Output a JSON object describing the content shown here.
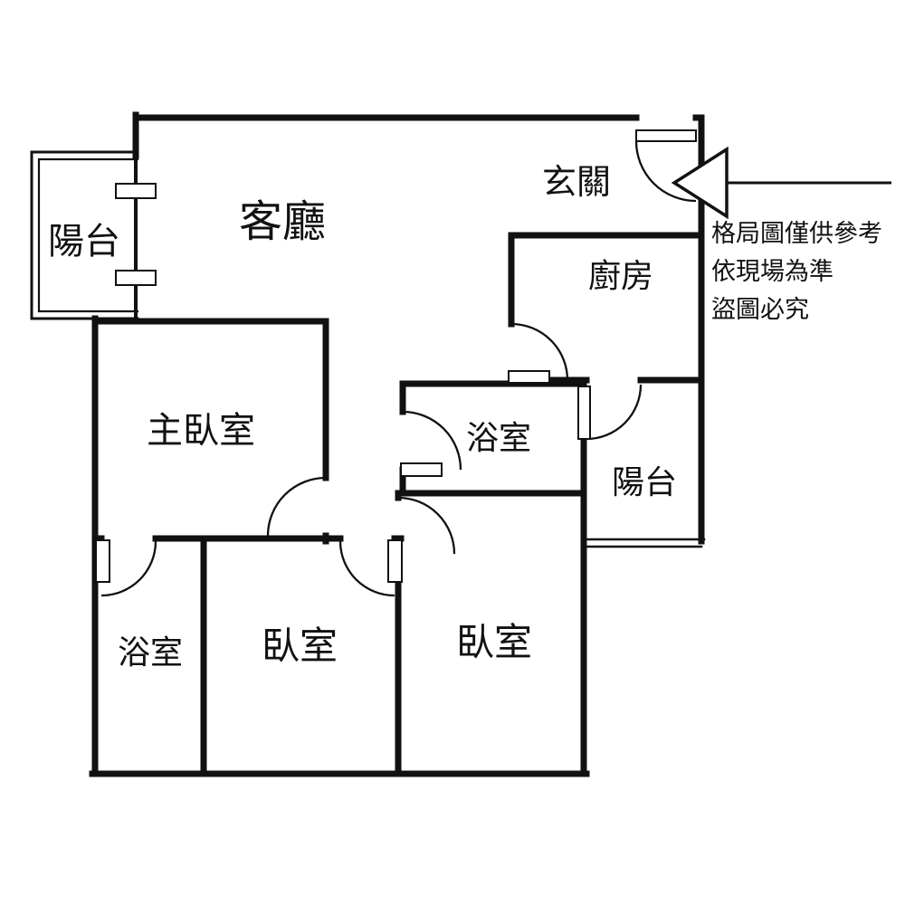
{
  "floorplan": {
    "rooms": {
      "balcony_left": {
        "label": "陽台"
      },
      "living_room": {
        "label": "客廳"
      },
      "entrance": {
        "label": "玄關"
      },
      "kitchen": {
        "label": "廚房"
      },
      "master_bedroom": {
        "label": "主臥室"
      },
      "bathroom_upper": {
        "label": "浴室"
      },
      "balcony_right": {
        "label": "陽台"
      },
      "bathroom_lower": {
        "label": "浴室"
      },
      "bedroom_middle": {
        "label": "臥室"
      },
      "bedroom_right": {
        "label": "臥室"
      }
    },
    "disclaimer": {
      "line1": "格局圖僅供參考",
      "line2": "依現場為準",
      "line3": "盜圖必究"
    },
    "colors": {
      "wall": "#111111",
      "background": "#ffffff"
    }
  }
}
